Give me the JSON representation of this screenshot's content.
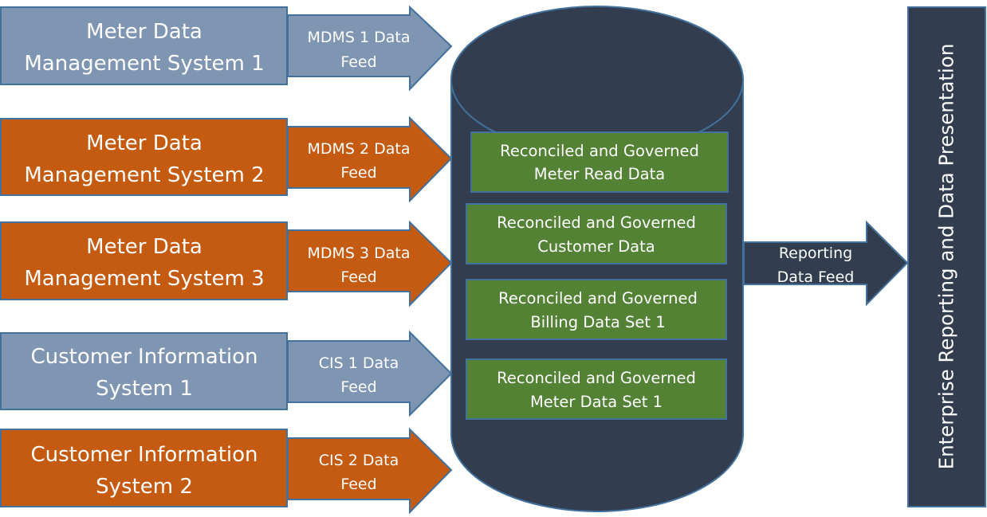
{
  "colors": {
    "blue_gray": "#7F96B2",
    "orange": "#C55A11",
    "navy": "#323E4F",
    "green": "#548235",
    "border": "#41719C"
  },
  "sources": [
    {
      "line1": "Meter Data",
      "line2": "Management System 1",
      "color": "blue_gray"
    },
    {
      "line1": "Meter Data",
      "line2": "Management System 2",
      "color": "orange"
    },
    {
      "line1": "Meter Data",
      "line2": "Management System 3",
      "color": "orange"
    },
    {
      "line1": "Customer Information",
      "line2": "System 1",
      "color": "blue_gray"
    },
    {
      "line1": "Customer Information",
      "line2": "System 2",
      "color": "orange"
    }
  ],
  "feeds": [
    {
      "line1": "MDMS 1  Data",
      "line2": "Feed"
    },
    {
      "line1": "MDMS  2 Data",
      "line2": "Feed"
    },
    {
      "line1": "MDMS 3  Data",
      "line2": "Feed"
    },
    {
      "line1": "CIS 1 Data",
      "line2": "Feed"
    },
    {
      "line1": "CIS 2 Data",
      "line2": "Feed"
    }
  ],
  "data_sets": [
    {
      "line1": "Reconciled and Governed",
      "line2": "Meter Read Data"
    },
    {
      "line1": "Reconciled and Governed",
      "line2": "Customer Data"
    },
    {
      "line1": "Reconciled and Governed",
      "line2": "Billing Data Set 1"
    },
    {
      "line1": "Reconciled and Governed",
      "line2": "Meter Data Set 1"
    }
  ],
  "output_feed": {
    "line1": "Reporting",
    "line2": "Data Feed"
  },
  "target": {
    "label": "Enterprise Reporting and Data Presentation"
  }
}
